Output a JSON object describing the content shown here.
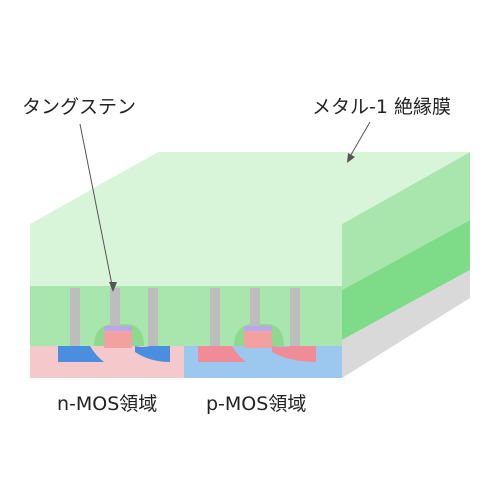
{
  "labels": {
    "tungsten": "タングステン",
    "insulator": "メタル-1 絶縁膜",
    "nmos": "n-MOS領域",
    "pmos": "p-MOS領域"
  },
  "colors": {
    "insulator_top": "#d9f5d9",
    "insulator_upper": "#a8e6ae",
    "insulator_band": "#7edc88",
    "substrate_side": "#d9d9d9",
    "tungsten": "#bdbdbd",
    "gate": "#f2a0a0",
    "spacer": "#8fd88f",
    "gate_top": "#b6a8e8",
    "n_plus": "#4a8ee0",
    "p_plus": "#f08c98",
    "p_well": "#f5c8cc",
    "n_well": "#9cc8f0"
  }
}
